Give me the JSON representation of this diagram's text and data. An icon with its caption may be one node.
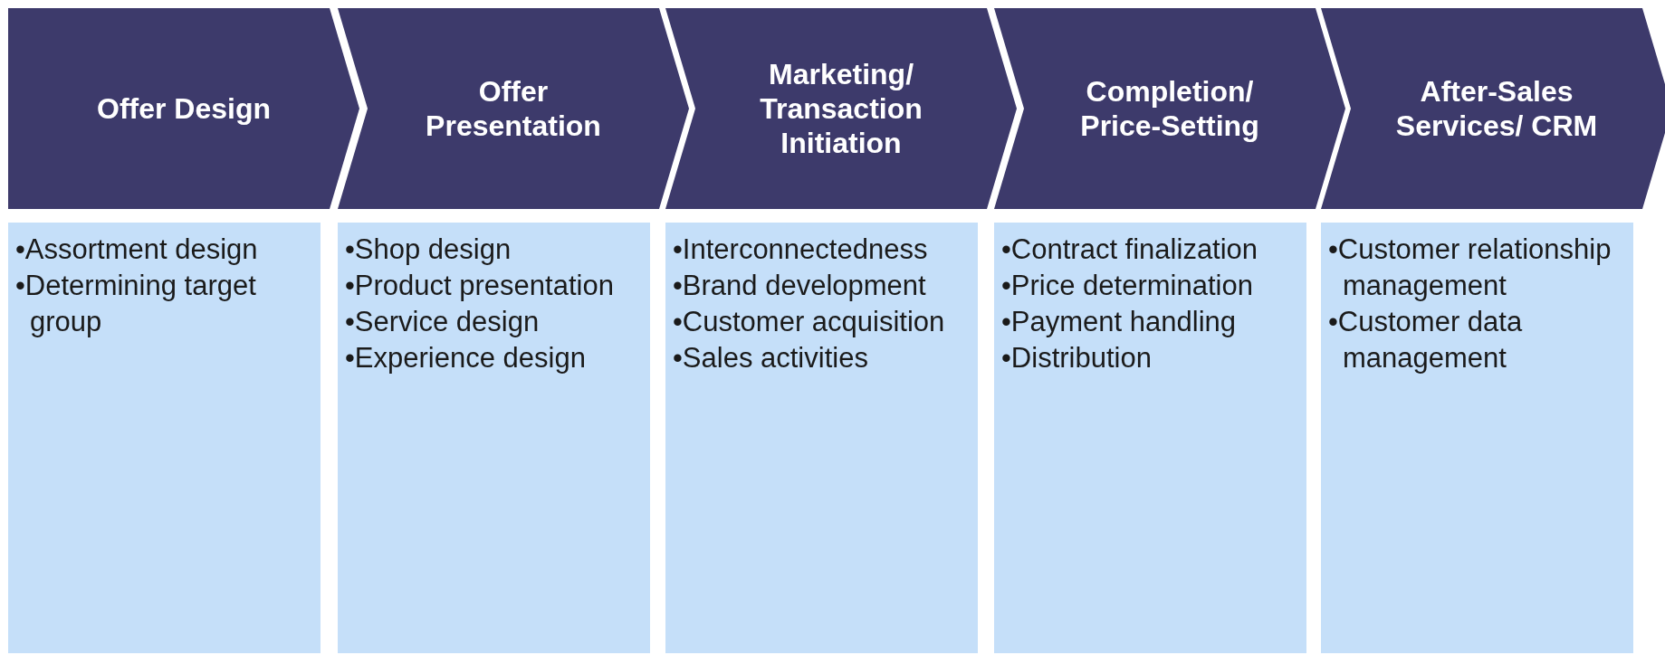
{
  "diagram": {
    "nodes": [
      {
        "text": [
          "Offer Design"
        ]
      },
      {
        "text": [
          "Offer Presentation"
        ]
      },
      {
        "text": [
          "Marketing/ Transaction Initiation"
        ]
      },
      {
        "text": [
          "Completion/ Price-Setting"
        ]
      },
      {
        "text": [
          "After-Sales Services/ CRM"
        ]
      },
      {
        "text": [
          "•Assortment design",
          "•Determining target group"
        ]
      },
      {
        "text": [
          "•Shop design",
          "•Product presentation",
          "•Service design",
          "•Experience design"
        ]
      },
      {
        "text": [
          "•Interconnectedness",
          "•Brand development",
          "•Customer acquisition",
          "•Sales activities"
        ]
      },
      {
        "text": [
          "•Contract finalization",
          "•Price determination",
          "•Payment handling",
          "•Distribution"
        ]
      },
      {
        "text": [
          "•Customer relationship management",
          "•Customer data management"
        ]
      }
    ]
  }
}
